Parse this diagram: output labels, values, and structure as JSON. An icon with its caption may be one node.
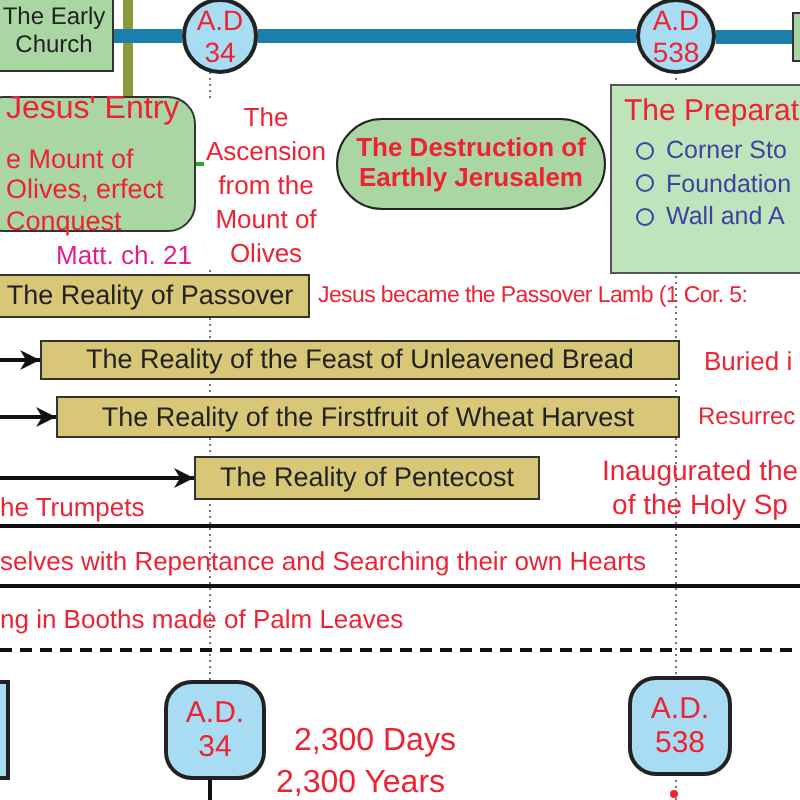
{
  "diagram": {
    "nodes": [
      {
        "text": [
          "The Early Church"
        ]
      },
      {
        "text": [
          "A.D 34"
        ]
      },
      {
        "text": [
          "A.D 538"
        ]
      },
      {
        "text": [],
        "shape": "box"
      },
      {
        "text": [
          "Jesus' Entry",
          "e Mount of Olives, erfect Conquest"
        ],
        "beside": [
          "Matt. ch. 21"
        ]
      },
      {
        "text": [
          "The Destruction of Earthly Jerusalem"
        ]
      },
      {
        "text": [
          "The Preparat",
          "Corner Sto",
          "Foundation",
          "Wall and A"
        ]
      },
      {
        "text": [
          "The Reality of Passover"
        ]
      },
      {
        "text": [
          "The Reality of the Feast of Unleavened Bread"
        ]
      },
      {
        "text": [
          "The Reality of the Firstfruit of Wheat Harvest"
        ]
      },
      {
        "text": [
          "The Reality of Pentecost"
        ]
      },
      {
        "text": [],
        "shape": "box"
      },
      {
        "text": [
          "A.D. 34"
        ]
      },
      {
        "text": [
          "A.D. 538"
        ]
      }
    ],
    "edges": [
      {
        "from": 0,
        "to": 1,
        "arrow": "none",
        "style": "thick",
        "color": "#1a7faa"
      },
      {
        "from": 1,
        "to": 2,
        "arrow": "none",
        "style": "thick",
        "color": "#1a7faa"
      },
      {
        "from": 2,
        "to": 3,
        "arrow": "none",
        "style": "thick",
        "color": "#1a7faa"
      },
      {
        "from": 4,
        "to": 5,
        "arrow": "none",
        "style": "dashed",
        "color": "#22aa33",
        "label": "The Ascension from the Mount of Olives"
      },
      {
        "from": null,
        "to": 8,
        "arrow": "to",
        "color": "#111111"
      },
      {
        "from": null,
        "to": 9,
        "arrow": "to",
        "color": "#111111"
      },
      {
        "from": null,
        "to": 10,
        "arrow": "to",
        "color": "#111111"
      }
    ],
    "labels": [
      "Jesus became the Passover Lamb (1 Cor. 5:",
      "Buried i",
      "Resurrec",
      "Inaugurated the of the Holy Sp",
      "he Trumpets",
      "selves with Repentance and Searching their own Hearts",
      "ng in Booths made of Palm Leaves",
      "2,300 Days",
      "2,300 Years"
    ]
  }
}
